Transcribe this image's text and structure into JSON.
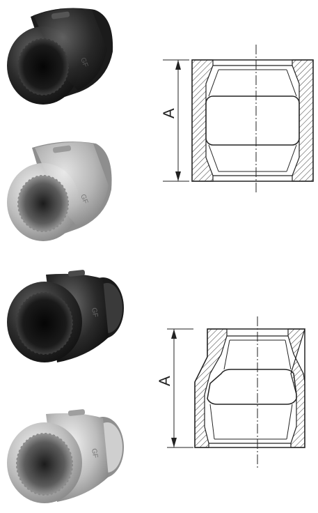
{
  "drawings": [
    {
      "id": "straight-coupling",
      "dimension_label": "A"
    },
    {
      "id": "reducing-coupling",
      "dimension_label": "A"
    }
  ],
  "photos": [
    {
      "id": "black-straight-coupling",
      "finish": "black",
      "tone": "#2b2b2b"
    },
    {
      "id": "galvanized-straight-coupling",
      "finish": "galvanized",
      "tone": "#c9c9c9"
    },
    {
      "id": "black-reducing-coupling",
      "finish": "black",
      "tone": "#262626"
    },
    {
      "id": "galvanized-reducing-coupling",
      "finish": "galvanized",
      "tone": "#bdbdbd"
    }
  ]
}
